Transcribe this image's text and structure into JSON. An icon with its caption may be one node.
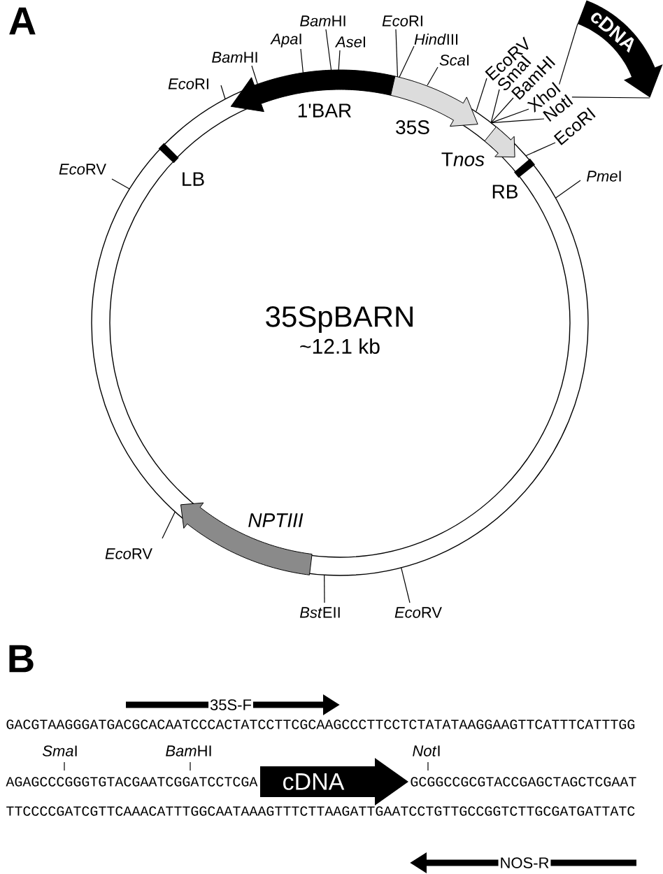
{
  "diagram": {
    "nodes": [
      {
        "text": [
          "35SpBARN",
          "~12.1 kb"
        ]
      },
      {
        "text": [
          "1'BAR"
        ],
        "in": 0
      },
      {
        "text": [
          "35S"
        ],
        "in": 0
      },
      {
        "text": [
          "Tnos"
        ],
        "in": 0
      },
      {
        "text": [
          "RB"
        ],
        "in": 0
      },
      {
        "text": [
          "LB"
        ],
        "in": 0
      },
      {
        "text": [
          "NPTIII"
        ],
        "in": 0
      },
      {
        "text": [
          "cDNA"
        ]
      },
      {
        "text": [
          "EcoRI"
        ]
      },
      {
        "text": [
          "BamHI"
        ]
      },
      {
        "text": [
          "ApaI"
        ]
      },
      {
        "text": [
          "BamHI"
        ]
      },
      {
        "text": [
          "AseI"
        ]
      },
      {
        "text": [
          "EcoRI"
        ]
      },
      {
        "text": [
          "HindIII"
        ]
      },
      {
        "text": [
          "ScaI"
        ]
      },
      {
        "text": [
          "EcoRV"
        ]
      },
      {
        "text": [
          "SmaI"
        ]
      },
      {
        "text": [
          "BamHI"
        ]
      },
      {
        "text": [
          "XhoI"
        ]
      },
      {
        "text": [
          "NotI"
        ]
      },
      {
        "text": [
          "EcoRI"
        ]
      },
      {
        "text": [
          "PmeI"
        ]
      },
      {
        "text": [
          "EcoRV"
        ]
      },
      {
        "text": [
          "EcoRV"
        ]
      },
      {
        "text": [
          "BstEII"
        ]
      },
      {
        "text": [
          "EcoRV"
        ]
      },
      {
        "text": [
          "35S-F"
        ]
      },
      {
        "text": [
          "cDNA"
        ]
      },
      {
        "text": [
          "NOS-R"
        ]
      }
    ],
    "edges": [
      {
        "from": 8,
        "to": 0,
        "arrow": "none"
      },
      {
        "from": 9,
        "to": 1,
        "arrow": "none"
      },
      {
        "from": 10,
        "to": 1,
        "arrow": "none"
      },
      {
        "from": 11,
        "to": 1,
        "arrow": "none"
      },
      {
        "from": 12,
        "to": 1,
        "arrow": "none"
      },
      {
        "from": 13,
        "to": 2,
        "arrow": "none"
      },
      {
        "from": 14,
        "to": 2,
        "arrow": "none"
      },
      {
        "from": 15,
        "to": 2,
        "arrow": "none"
      },
      {
        "from": 16,
        "to": 0,
        "arrow": "none"
      },
      {
        "from": 17,
        "to": 0,
        "arrow": "none"
      },
      {
        "from": 18,
        "to": 0,
        "arrow": "none"
      },
      {
        "from": 19,
        "to": 0,
        "arrow": "none"
      },
      {
        "from": 20,
        "to": 0,
        "arrow": "none"
      },
      {
        "from": 21,
        "to": 0,
        "arrow": "none"
      },
      {
        "from": 22,
        "to": 0,
        "arrow": "none"
      },
      {
        "from": 23,
        "to": 0,
        "arrow": "none"
      },
      {
        "from": 24,
        "to": 6,
        "arrow": "none"
      },
      {
        "from": 25,
        "to": 0,
        "arrow": "none"
      },
      {
        "from": 26,
        "to": 0,
        "arrow": "none"
      },
      {
        "from": 7,
        "to": 19,
        "arrow": "none"
      },
      {
        "from": 7,
        "to": 20,
        "arrow": "none"
      }
    ],
    "labels": [
      "A",
      "B",
      "GACGTAAGGGATGACGCACAATCCCACTATCCTTCGCAAGCCCTTCCTCTATATAAGGAAGTTCATTTCATTTGG",
      "SmaI",
      "BamHI",
      "NotI",
      "AGAGCCCGGGTGTACGAATCGGATCCTCGA",
      "GCGGCCGCGTACCGAGCTAGCTCGAAT",
      "TTCCCCGATCGTTCAAACATTTGGCAATAAAGTTTCTTAAGATTGAATCCTGTTGCCGGTCTTGCGATGATTATC"
    ]
  }
}
